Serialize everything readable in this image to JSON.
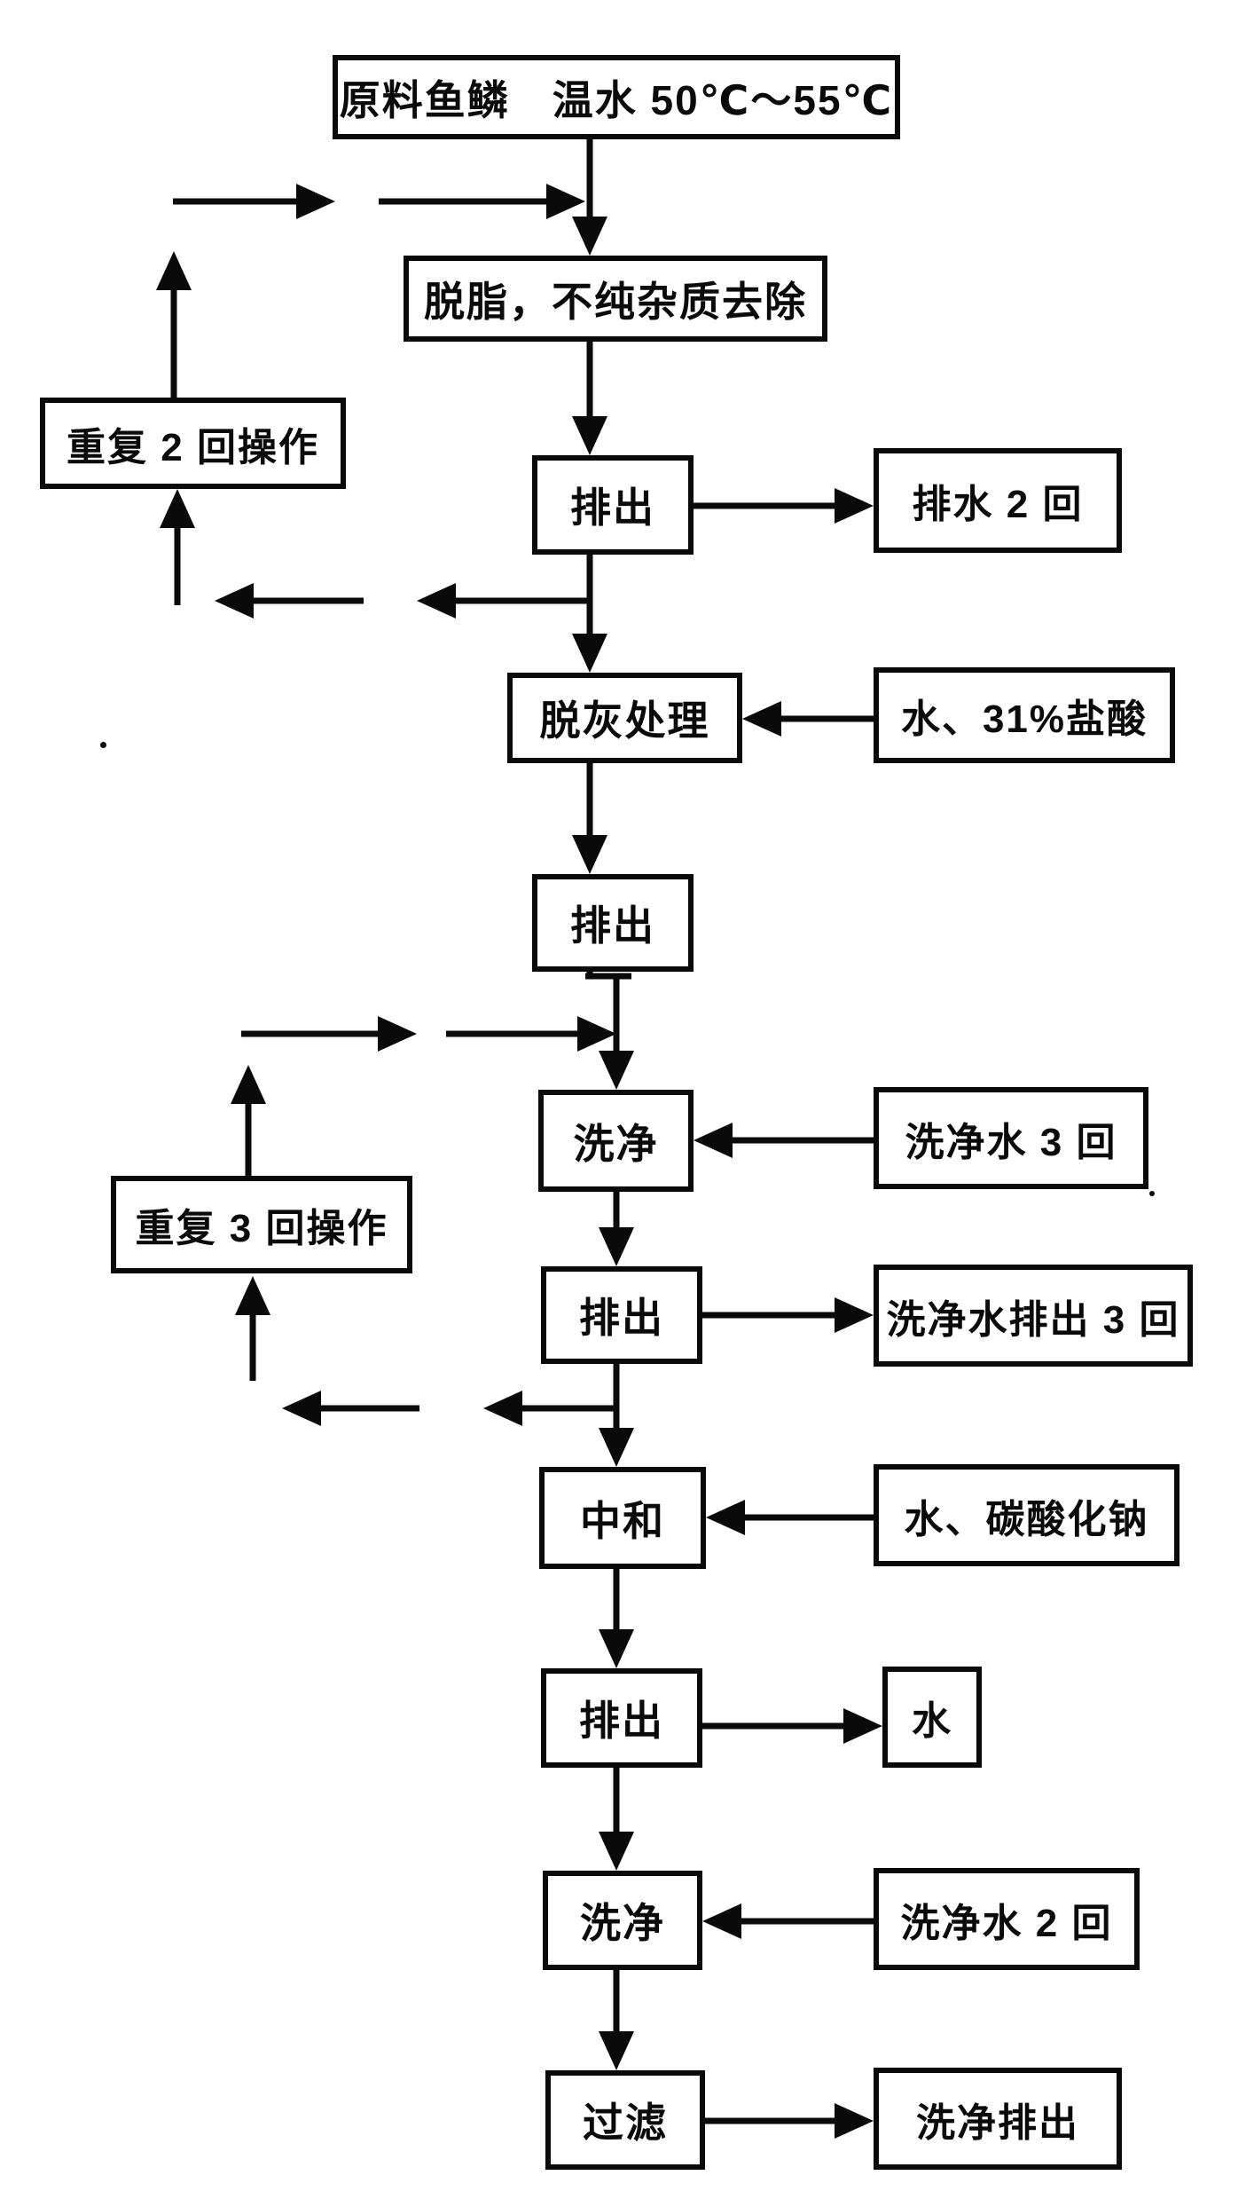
{
  "diagram": {
    "ink_color": "#0a0a0a",
    "paper_color": "#ffffff",
    "nodes": {
      "raw_material": {
        "label": "原料鱼鳞　温水 50℃～55℃"
      },
      "degrease": {
        "label": "脱脂，不纯杂质去除"
      },
      "repeat_2": {
        "label": "重复 2 回操作"
      },
      "discharge_1": {
        "label": "排出"
      },
      "drain_2_times": {
        "label": "排水 2 回"
      },
      "decalcify": {
        "label": "脱灰处理"
      },
      "water_hcl": {
        "label": "水、31%盐酸"
      },
      "discharge_2": {
        "label": "排出"
      },
      "wash_1": {
        "label": "洗净"
      },
      "wash_water_3_times": {
        "label": "洗净水 3 回"
      },
      "repeat_3": {
        "label": "重复 3 回操作"
      },
      "discharge_3": {
        "label": "排出"
      },
      "wash_water_discharge_3_times": {
        "label": "洗净水排出 3 回"
      },
      "neutralize": {
        "label": "中和"
      },
      "water_sodium_carbonate": {
        "label": "水、碳酸化钠"
      },
      "discharge_4": {
        "label": "排出"
      },
      "water_out": {
        "label": "水"
      },
      "wash_2": {
        "label": "洗净"
      },
      "wash_water_2_times": {
        "label": "洗净水 2 回"
      },
      "filter": {
        "label": "过滤"
      },
      "wash_discharge": {
        "label": "洗净排出"
      }
    }
  }
}
